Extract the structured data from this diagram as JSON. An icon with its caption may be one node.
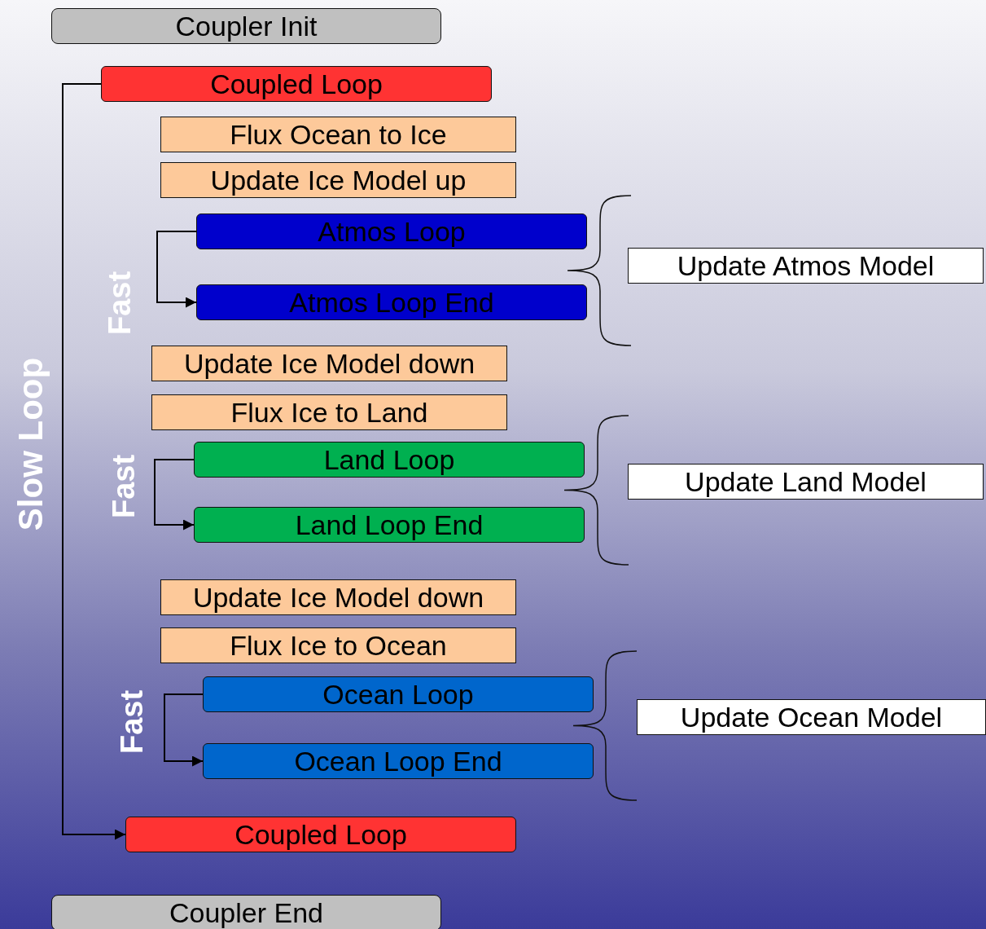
{
  "diagram": {
    "nodes": [
      {
        "text": [
          "Coupler Init"
        ]
      },
      {
        "text": [
          "Coupled Loop"
        ]
      },
      {
        "text": [
          "Flux Ocean to Ice"
        ]
      },
      {
        "text": [
          "Update Ice Model up"
        ]
      },
      {
        "text": [
          "Atmos Loop"
        ]
      },
      {
        "text": [
          "Atmos Loop End"
        ]
      },
      {
        "text": [
          "Update Ice Model down"
        ]
      },
      {
        "text": [
          "Flux Ice to Land"
        ]
      },
      {
        "text": [
          "Land Loop"
        ]
      },
      {
        "text": [
          "Land Loop End"
        ]
      },
      {
        "text": [
          "Update Ice Model down"
        ]
      },
      {
        "text": [
          "Flux Ice to Ocean"
        ]
      },
      {
        "text": [
          "Ocean Loop"
        ]
      },
      {
        "text": [
          "Ocean Loop End"
        ]
      },
      {
        "text": [
          "Coupled Loop"
        ]
      },
      {
        "text": [
          "Coupler End"
        ]
      },
      {
        "text": [
          "Update Atmos Model"
        ]
      },
      {
        "text": [
          "Update Land Model"
        ]
      },
      {
        "text": [
          "Update Ocean Model"
        ]
      }
    ],
    "edges": [
      {
        "from": 1,
        "to": 14,
        "arrow": "to"
      },
      {
        "from": 4,
        "to": 5,
        "arrow": "to"
      },
      {
        "from": 8,
        "to": 9,
        "arrow": "to"
      },
      {
        "from": 12,
        "to": 13,
        "arrow": "to"
      }
    ],
    "labels": [
      "Slow Loop",
      "Fast",
      "Fast",
      "Fast"
    ]
  }
}
